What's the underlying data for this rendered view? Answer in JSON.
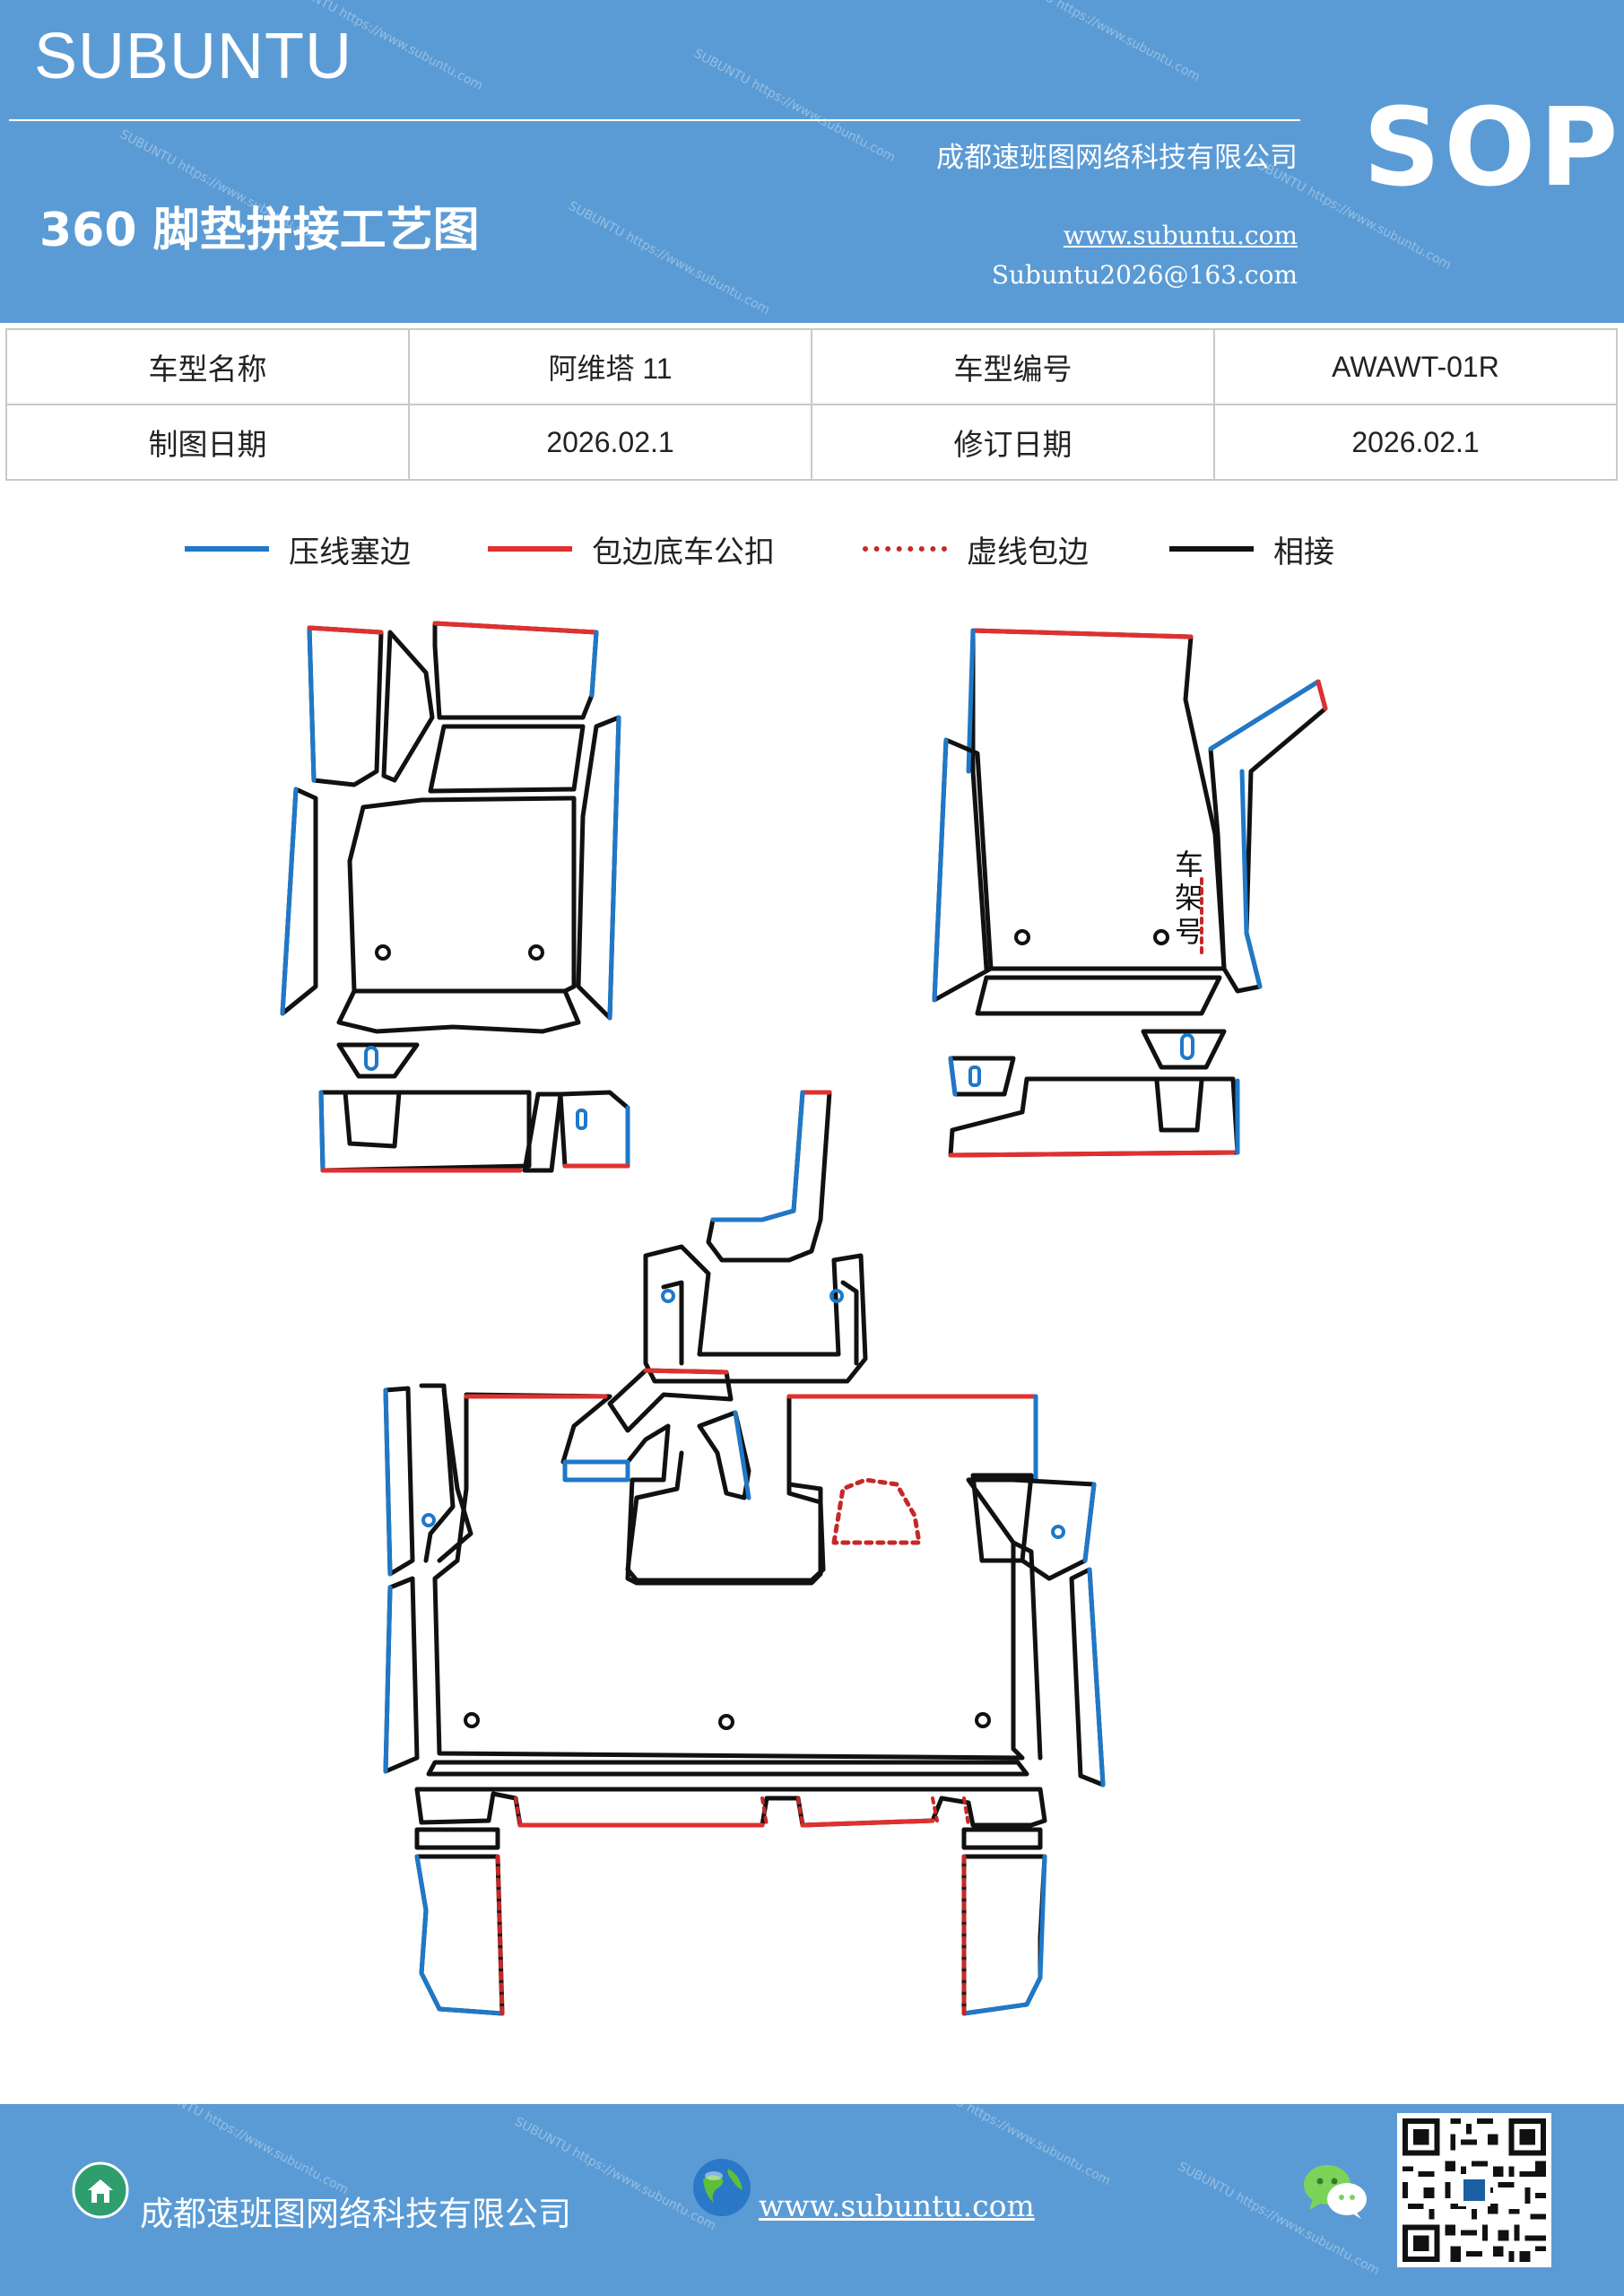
{
  "header": {
    "brand": "SUBUNTU",
    "badge": "SOP",
    "company": "成都速班图网络科技有限公司",
    "title": "360 脚垫拼接工艺图",
    "website": "www.subuntu.com",
    "email": "Subuntu2026@163.com",
    "watermark": "SUBUNTU https://www.subuntu.com"
  },
  "info": {
    "model_name_label": "车型名称",
    "model_name": "阿维塔 11",
    "model_code_label": "车型编号",
    "model_code": "AWAWT-01R",
    "draw_date_label": "制图日期",
    "draw_date": "2026.02.1",
    "revise_date_label": "修订日期",
    "revise_date": "2026.02.1"
  },
  "legend": [
    {
      "label": "压线塞边",
      "color": "#1f78c8",
      "style": "solid"
    },
    {
      "label": "包边底车公扣",
      "color": "#e03030",
      "style": "solid"
    },
    {
      "label": "虚线包边",
      "color": "#c62828",
      "style": "dotted"
    },
    {
      "label": "相接",
      "color": "#111111",
      "style": "solid"
    }
  ],
  "drawing": {
    "colors": {
      "press": "#1f78c8",
      "wrap": "#e03030",
      "dashed": "#c62828",
      "join": "#111111"
    },
    "frame_label": [
      "车",
      "架",
      "号"
    ]
  },
  "footer": {
    "company": "成都速班图网络科技有限公司",
    "website": "www.subuntu.com",
    "icons": [
      "home-icon",
      "globe-icon",
      "wechat-icon",
      "qr-code-icon"
    ]
  }
}
